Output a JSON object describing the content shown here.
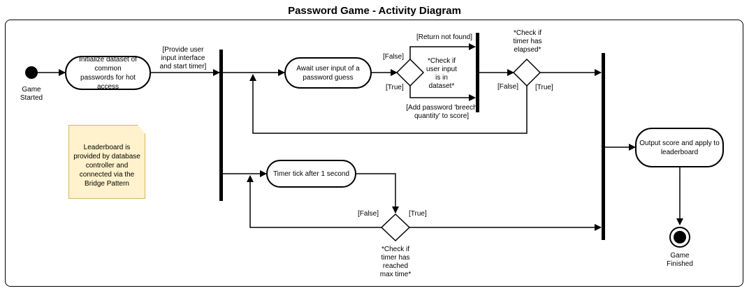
{
  "diagram": {
    "title": "Password Game - Activity Diagram",
    "start": {
      "label_1": "Game",
      "label_2": "Started"
    },
    "end": {
      "label_1": "Game",
      "label_2": "Finished"
    },
    "actions": {
      "init": {
        "line_1": "Initialize dataset of common",
        "line_2": "passwords for hot access"
      },
      "await": {
        "line_1": "Await user input of a",
        "line_2": "password guess"
      },
      "timer": {
        "line_1": "Timer tick after 1 second"
      },
      "output": {
        "line_1": "Output score and apply to",
        "line_2": "leaderboard"
      }
    },
    "note": {
      "line_1": "Leaderboard is",
      "line_2": "provided by database",
      "line_3": "controller and",
      "line_4": "connected via the",
      "line_5": "Bridge Pattern"
    },
    "decisions": {
      "dataset": {
        "line_1": "*Check if",
        "line_2": "user input",
        "line_3": "is in",
        "line_4": "dataset*"
      },
      "elapsed": {
        "line_1": "*Check if",
        "line_2": "timer has",
        "line_3": "elapsed*"
      },
      "maxtime": {
        "line_1": "*Check if",
        "line_2": "timer has",
        "line_3": "reached",
        "line_4": "max time*"
      }
    },
    "edge_labels": {
      "provide_1": "[Provide user",
      "provide_2": "input interface",
      "provide_3": "and start timer]",
      "return_not_found": "[Return not found]",
      "add_1": "[Add password 'breech",
      "add_2": "quantity' to score]",
      "false": "[False]",
      "true": "[True]"
    },
    "colors": {
      "note_fill": "#fff2cc",
      "note_border": "#d6b656",
      "stroke": "#000000"
    }
  }
}
